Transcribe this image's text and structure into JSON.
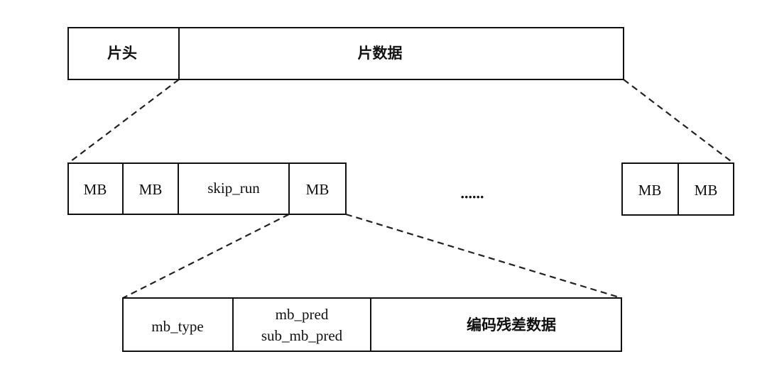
{
  "slice": {
    "header": "片头",
    "data": "片数据"
  },
  "macroblocks": {
    "left": [
      "MB",
      "MB",
      "skip_run",
      "MB"
    ],
    "ellipsis": "......",
    "right": [
      "MB",
      "MB"
    ]
  },
  "mb_fields": {
    "type": "mb_type",
    "pred_line1": "mb_pred",
    "pred_line2": "sub_mb_pred",
    "residual": "编码残差数据"
  }
}
